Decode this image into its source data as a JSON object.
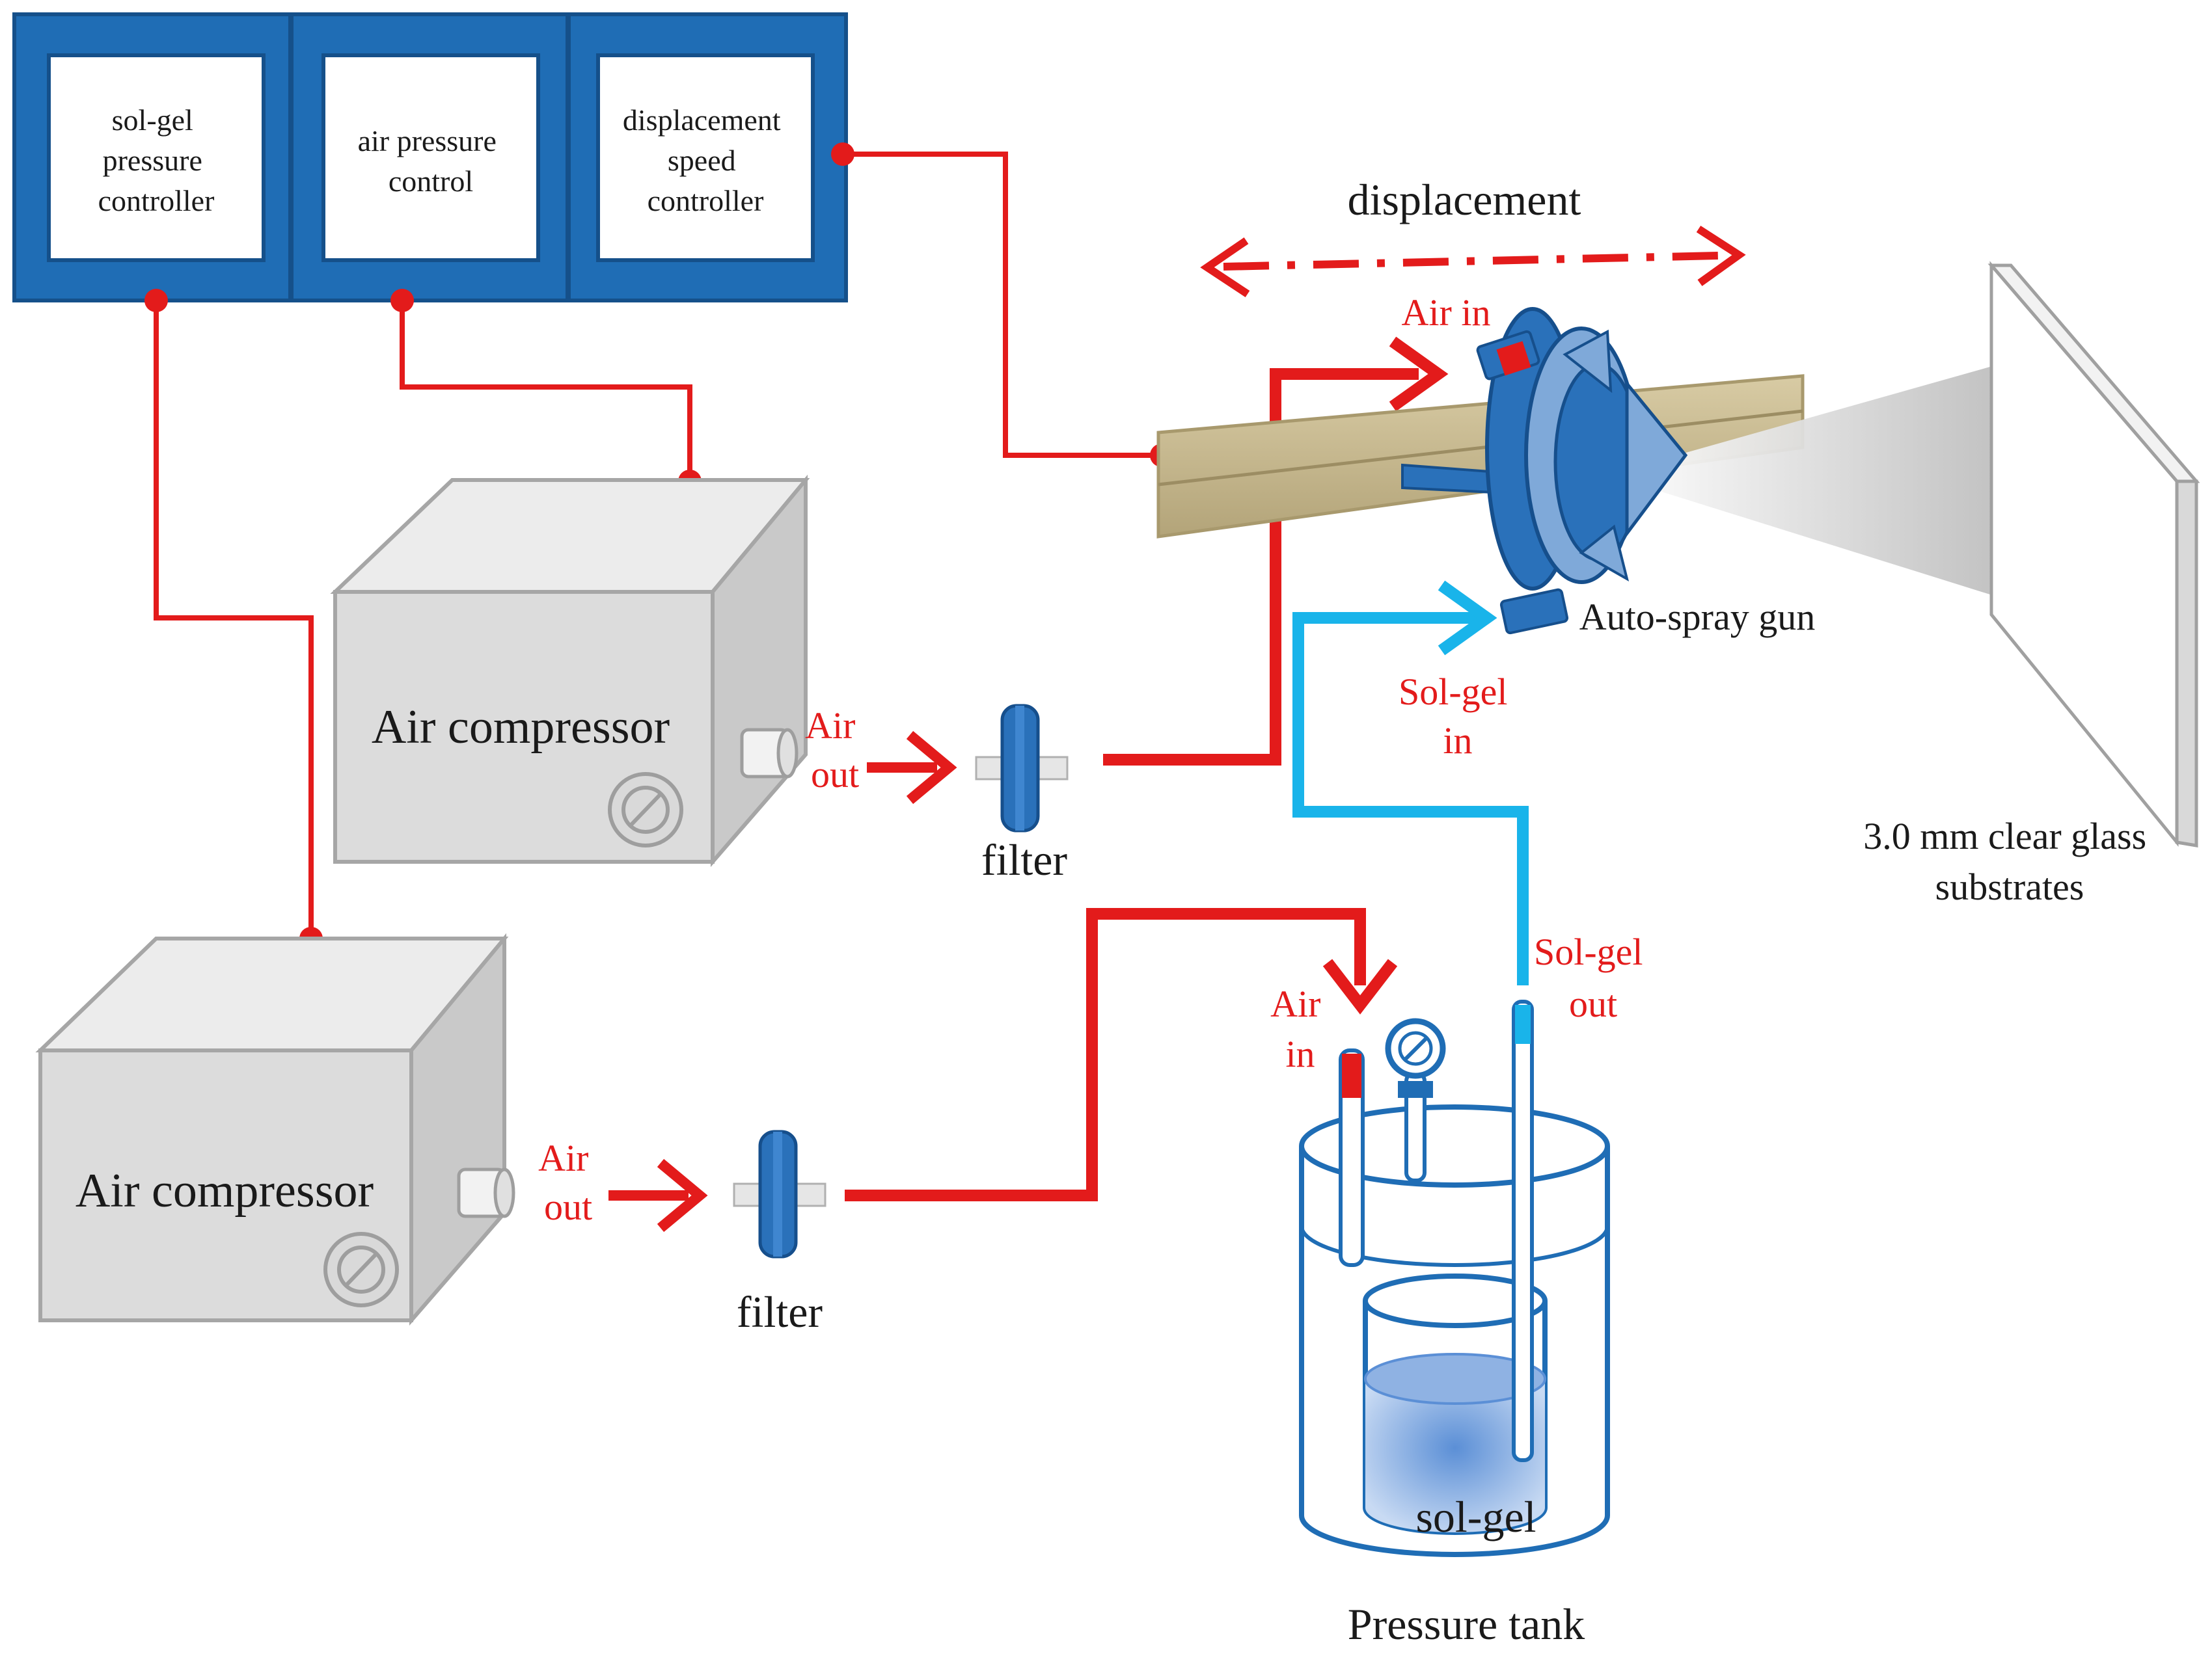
{
  "controller_panel": {
    "sol_gel_pressure_controller": [
      "sol-gel",
      "pressure",
      "controller"
    ],
    "air_pressure_control": [
      "air pressure",
      "control"
    ],
    "displacement_speed_controller": [
      "displacement",
      "speed",
      "controller"
    ]
  },
  "labels": {
    "displacement": "displacement",
    "air_compressor_upper": "Air compressor",
    "air_compressor_lower": "Air compressor",
    "air_out_upper": [
      "Air",
      "out"
    ],
    "air_out_lower": [
      "Air",
      "out"
    ],
    "filter_upper": "filter",
    "filter_lower": "filter",
    "gun_air_in": "Air in",
    "gun_sol_gel_in": [
      "Sol-gel",
      "in"
    ],
    "auto_spray_gun": "Auto-spray gun",
    "glass_substrate": [
      "3.0 mm clear glass",
      "substrates"
    ],
    "tank_air_in": [
      "Air",
      "in"
    ],
    "tank_sol_gel_out": [
      "Sol-gel",
      "out"
    ],
    "sol_gel": "sol-gel",
    "pressure_tank": "Pressure tank"
  },
  "colors": {
    "air_line": "#e31b1b",
    "sol_gel_line": "#19b4ea",
    "panel_blue": "#1f6db5",
    "compressor_gray": "#d9d9d9",
    "rail_tan": "#c9b98f",
    "tank_blue": "#1f6db5"
  }
}
